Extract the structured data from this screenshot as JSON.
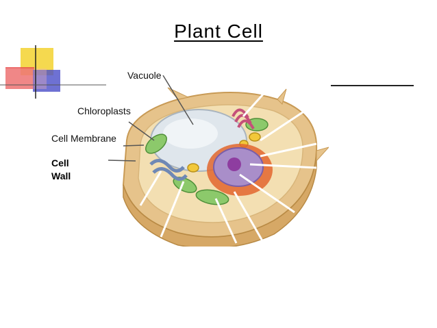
{
  "title": "Plant Cell",
  "labels": {
    "vacuole": "Vacuole",
    "chloroplasts": "Chloroplasts",
    "cell_membrane": "Cell Membrane",
    "cell_wall_line1": "Cell",
    "cell_wall_line2": "Wall"
  },
  "colors": {
    "wall": "#e6c38b",
    "cytoplasm": "#f3dfb2",
    "vacuole": "#dfe6ec",
    "chloroplast": "#8cc96b",
    "nucleus": "#a98ec9",
    "nucleolus": "#8e3da0",
    "nuclear_envelope": "#e2662e",
    "golgi": "#c4507a",
    "mitochondria": "#f2c83a",
    "er": "#6f88b5",
    "deco_yellow": "#f5d94f",
    "deco_red": "#e84a4a",
    "deco_blue": "#4a4ec8"
  }
}
